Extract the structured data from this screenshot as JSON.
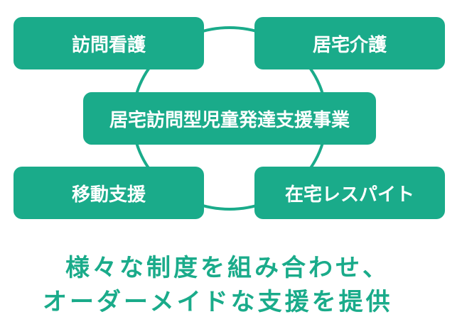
{
  "diagram": {
    "colors": {
      "accent": "#1aab8a",
      "box_text": "#ffffff",
      "background": "#ffffff"
    },
    "boxes": {
      "top_left": "訪問看護",
      "top_right": "居宅介護",
      "center": "居宅訪問型児童発達支援事業",
      "bottom_left": "移動支援",
      "bottom_right": "在宅レスパイト"
    }
  },
  "caption": {
    "line_1": "様々な制度を組み合わせ、",
    "line_2": "オーダーメイドな支援を提供"
  }
}
